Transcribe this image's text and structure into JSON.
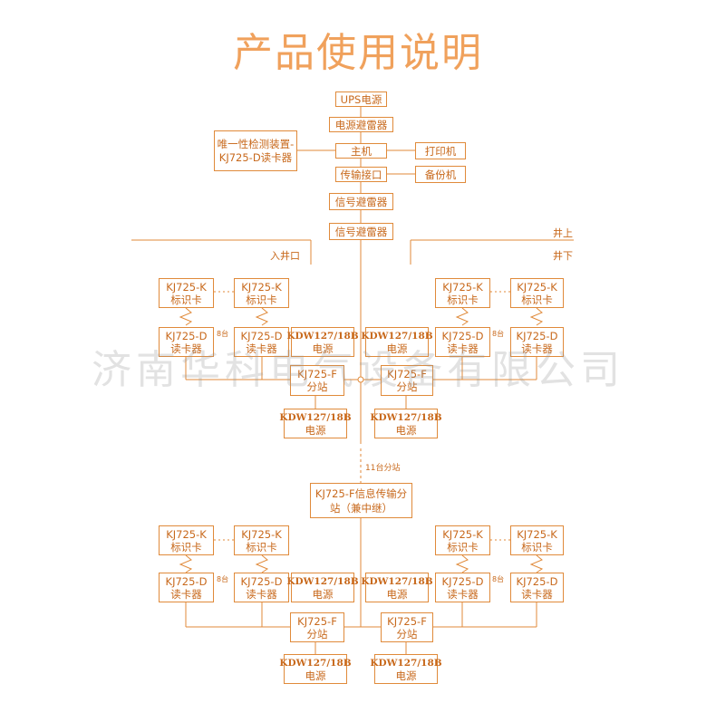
{
  "title": "产品使用说明",
  "watermark": "济南华科电气设备有限公司",
  "top": {
    "ups": "UPS电源",
    "arrester1": "电源避雷器",
    "host": "主机",
    "printer": "打印机",
    "interface": "传输接口",
    "backup": "备份机",
    "unique_device": "唯一性检测装置-KJ725-D读卡器",
    "signal_arrester1": "信号避雷器",
    "signal_arrester2": "信号避雷器"
  },
  "labels": {
    "well_top": "井上",
    "well_bottom": "井下",
    "well_entrance": "入井口",
    "eight_1": "8台",
    "eight_2": "8台",
    "eight_3": "8台",
    "eight_4": "8台",
    "eleven": "11台分站"
  },
  "card": "KJ725-K标识卡",
  "reader": "KJ725-D读卡器",
  "power_name": "KDW127/18B",
  "power_sub": "电源",
  "substation": "KJ725-F分站",
  "relay_station": "KJ725-F信息传输分站（兼中继）",
  "accent_color": "#e08a3a",
  "title_color": "#f0a15c"
}
